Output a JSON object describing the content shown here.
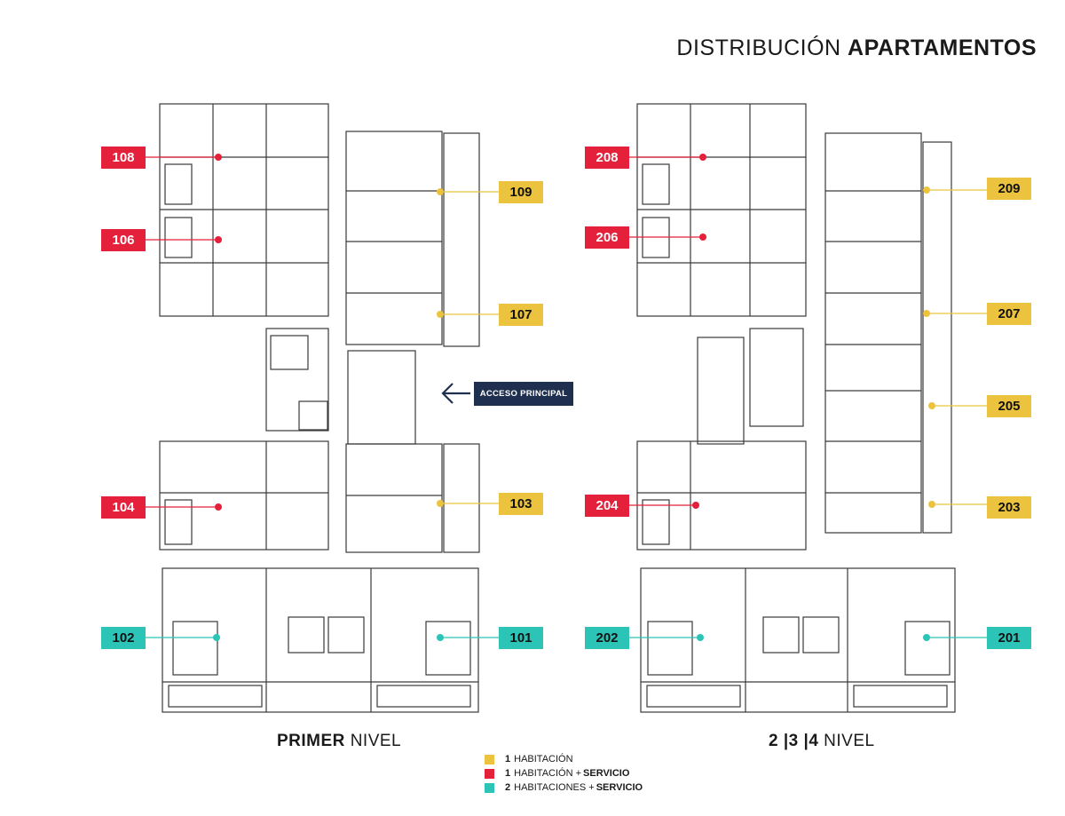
{
  "title": {
    "light": "DISTRIBUCIÓN",
    "bold": "APARTAMENTOS"
  },
  "colors": {
    "yellow": "#ecc33e",
    "red": "#e4203a",
    "teal": "#2cc4b6",
    "navy": "#1f2f4f",
    "line": "#3a3a3a"
  },
  "levels": {
    "first": {
      "bold": "PRIMER",
      "light": "NIVEL"
    },
    "upper": {
      "bold": "2 |3 |4",
      "light": "NIVEL"
    }
  },
  "access_label": "ACCESO PRINCIPAL",
  "units_first": [
    {
      "id": "108",
      "type": "red"
    },
    {
      "id": "106",
      "type": "red"
    },
    {
      "id": "104",
      "type": "red"
    },
    {
      "id": "102",
      "type": "teal"
    },
    {
      "id": "109",
      "type": "yellow"
    },
    {
      "id": "107",
      "type": "yellow"
    },
    {
      "id": "103",
      "type": "yellow"
    },
    {
      "id": "101",
      "type": "teal"
    }
  ],
  "units_upper": [
    {
      "id": "208",
      "type": "red"
    },
    {
      "id": "206",
      "type": "red"
    },
    {
      "id": "204",
      "type": "red"
    },
    {
      "id": "202",
      "type": "teal"
    },
    {
      "id": "209",
      "type": "yellow"
    },
    {
      "id": "207",
      "type": "yellow"
    },
    {
      "id": "205",
      "type": "yellow"
    },
    {
      "id": "203",
      "type": "yellow"
    },
    {
      "id": "201",
      "type": "teal"
    }
  ],
  "legend": [
    {
      "num": "1",
      "text": "HABITACIÓN",
      "extra": "",
      "type": "yellow"
    },
    {
      "num": "1",
      "text": "HABITACIÓN +",
      "extra": "SERVICIO",
      "type": "red"
    },
    {
      "num": "2",
      "text": "HABITACIONES +",
      "extra": "SERVICIO",
      "type": "teal"
    }
  ]
}
